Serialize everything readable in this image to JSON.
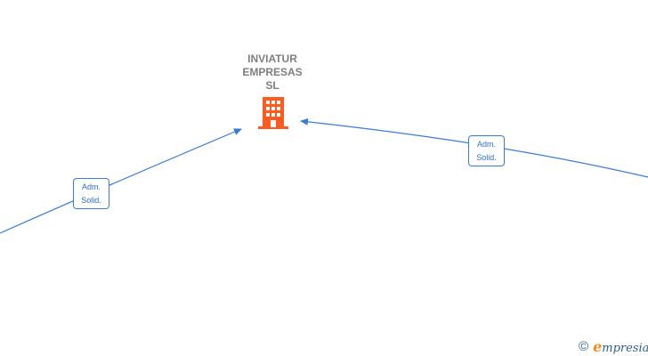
{
  "company": {
    "name_lines": [
      "INVIATUR",
      "EMPRESAS",
      "SL"
    ],
    "icon": "building-icon",
    "icon_color": "#ff5a1f"
  },
  "relations": [
    {
      "label_lines": [
        "Adm.",
        "Solid."
      ]
    },
    {
      "label_lines": [
        "Adm.",
        "Solid."
      ]
    }
  ],
  "colors": {
    "edge": "#3a7bd5",
    "label_text": "#2f6fc7",
    "name_text": "#7f7f7f"
  },
  "watermark": {
    "copyright_symbol": "©",
    "brand_initial": "e",
    "brand_rest": "mpresia"
  }
}
